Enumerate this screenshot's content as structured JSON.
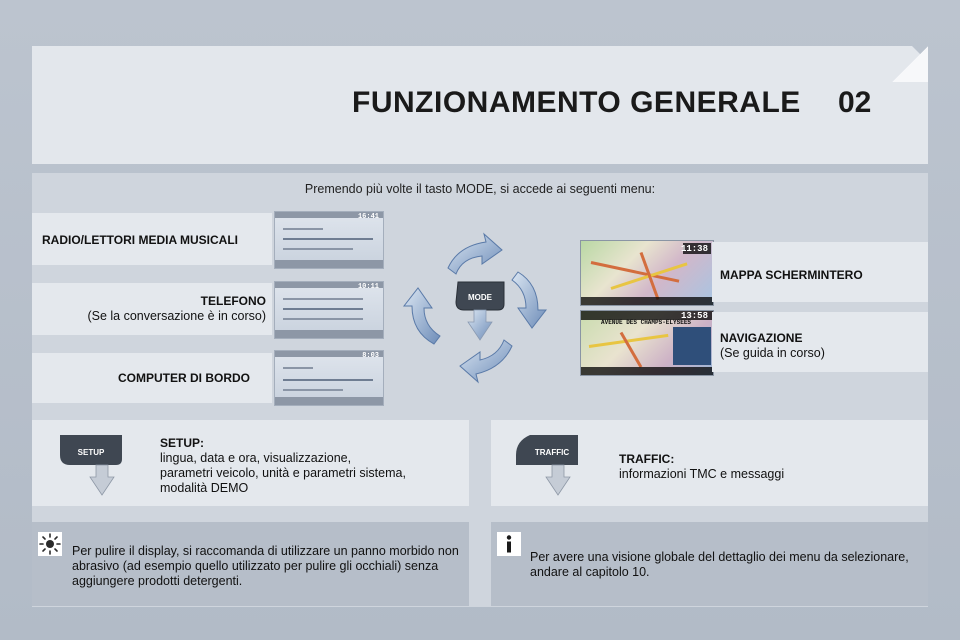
{
  "header": {
    "title": "FUNZIONAMENTO GENERALE",
    "chapter": "02"
  },
  "intro": "Premendo più volte il tasto MODE, si accede ai seguenti menu:",
  "mode_key_label": "MODE",
  "menus_left": [
    {
      "title": "RADIO/LETTORI MEDIA MUSICALI",
      "note": ""
    },
    {
      "title": "TELEFONO",
      "note": "(Se la conversazione è in corso)"
    },
    {
      "title": "COMPUTER DI BORDO",
      "note": ""
    }
  ],
  "menus_right": [
    {
      "title": "MAPPA SCHERMINTERO",
      "note": ""
    },
    {
      "title": "NAVIGAZIONE",
      "note": "(Se guida in corso)"
    }
  ],
  "screens": {
    "radio_time": "16:41",
    "phone_time": "10:11",
    "computer_time": "8:03",
    "map_time": "11:38",
    "nav_time": "13:58",
    "nav_street": "AVENUE DES CHAMPS-ELYSEES"
  },
  "setup": {
    "key_label": "SETUP",
    "title": "SETUP:",
    "lines": [
      "lingua, data e ora, visualizzazione,",
      "parametri veicolo, unità e parametri sistema,",
      "modalità DEMO"
    ]
  },
  "traffic": {
    "key_label": "TRAFFIC",
    "title": "TRAFFIC:",
    "line": "informazioni TMC e messaggi"
  },
  "tips": {
    "clean_icon": "sun-icon",
    "clean_text": "Per pulire il display, si raccomanda di utilizzare un panno morbido non abrasivo (ad esempio quello utilizzato per pulire gli occhiali) senza aggiungere prodotti detergenti.",
    "info_icon": "info-icon",
    "info_text": "Per avere una visione globale del dettaglio dei menu da selezionare, andare al capitolo 10."
  },
  "colors": {
    "page": "#b6bfcb",
    "panel": "#cfd5dd",
    "row": "#e4e8ed",
    "arrow": "#5a7aa8",
    "key": "#3f4752"
  }
}
